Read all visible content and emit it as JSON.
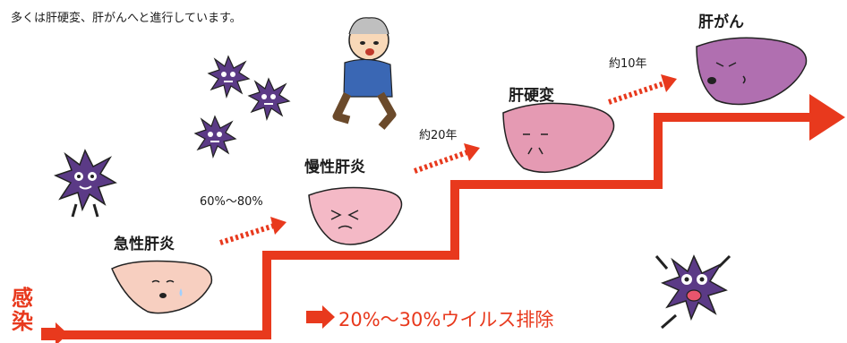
{
  "intro_text": "多くは肝硬変、肝がんへと進行しています。",
  "infection": {
    "char1": "感",
    "char2": "染"
  },
  "stages": {
    "acute": "急性肝炎",
    "chronic": "慢性肝炎",
    "cirrhosis": "肝硬変",
    "cancer": "肝がん"
  },
  "transitions": {
    "acute_to_chronic": "60%〜80%",
    "chronic_to_cirrhosis": "約20年",
    "cirrhosis_to_cancer": "約10年"
  },
  "elimination": "20%〜30%ウイルス排除",
  "colors": {
    "accent_red": "#e8391d",
    "liver_pink": "#f4b9c6",
    "liver_dark_pink": "#e59ab3",
    "virus_purple": "#5b3a86",
    "cancer_purple": "#b06fb0"
  },
  "icons": [
    "virus-icon",
    "running-man-icon",
    "liver-icon",
    "arrow-right-icon"
  ]
}
